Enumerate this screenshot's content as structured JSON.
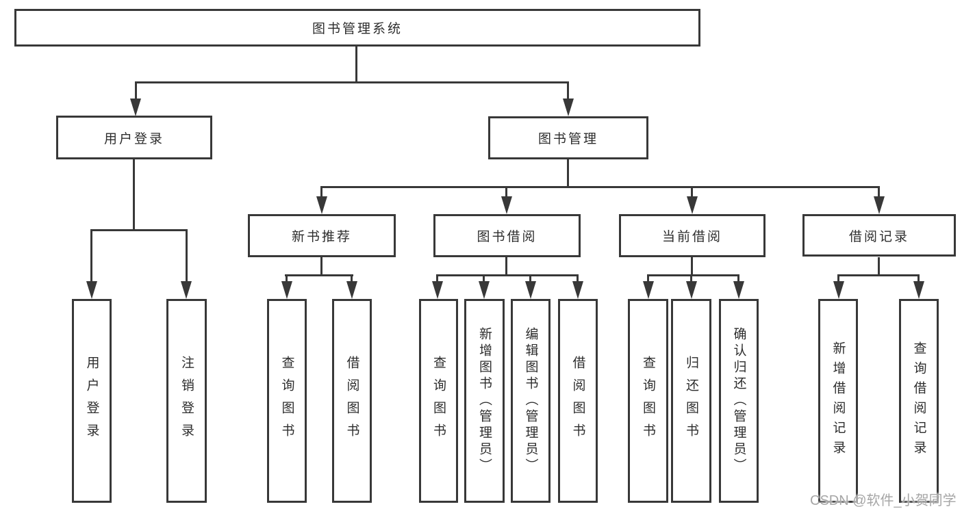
{
  "diagram": {
    "root": {
      "label": "图书管理系统"
    },
    "level2": [
      {
        "label": "用户登录"
      },
      {
        "label": "图书管理"
      }
    ],
    "level3": [
      {
        "label": "新书推荐"
      },
      {
        "label": "图书借阅"
      },
      {
        "label": "当前借阅"
      },
      {
        "label": "借阅记录"
      }
    ],
    "leaves": {
      "user_login": [
        {
          "label": "用户登录"
        },
        {
          "label": "注销登录"
        }
      ],
      "new_book_recommend": [
        {
          "label": "查询图书"
        },
        {
          "label": "借阅图书"
        }
      ],
      "book_borrow": [
        {
          "label": "查询图书"
        },
        {
          "label": "新增图书（管理员）"
        },
        {
          "label": "编辑图书（管理员）"
        },
        {
          "label": "借阅图书"
        }
      ],
      "current_borrow": [
        {
          "label": "查询图书"
        },
        {
          "label": "归还图书"
        },
        {
          "label": "确认归还（管理员）"
        }
      ],
      "borrow_records": [
        {
          "label": "新增借阅记录"
        },
        {
          "label": "查询借阅记录"
        }
      ]
    },
    "watermark": "CSDN @软件_小贺同学"
  }
}
